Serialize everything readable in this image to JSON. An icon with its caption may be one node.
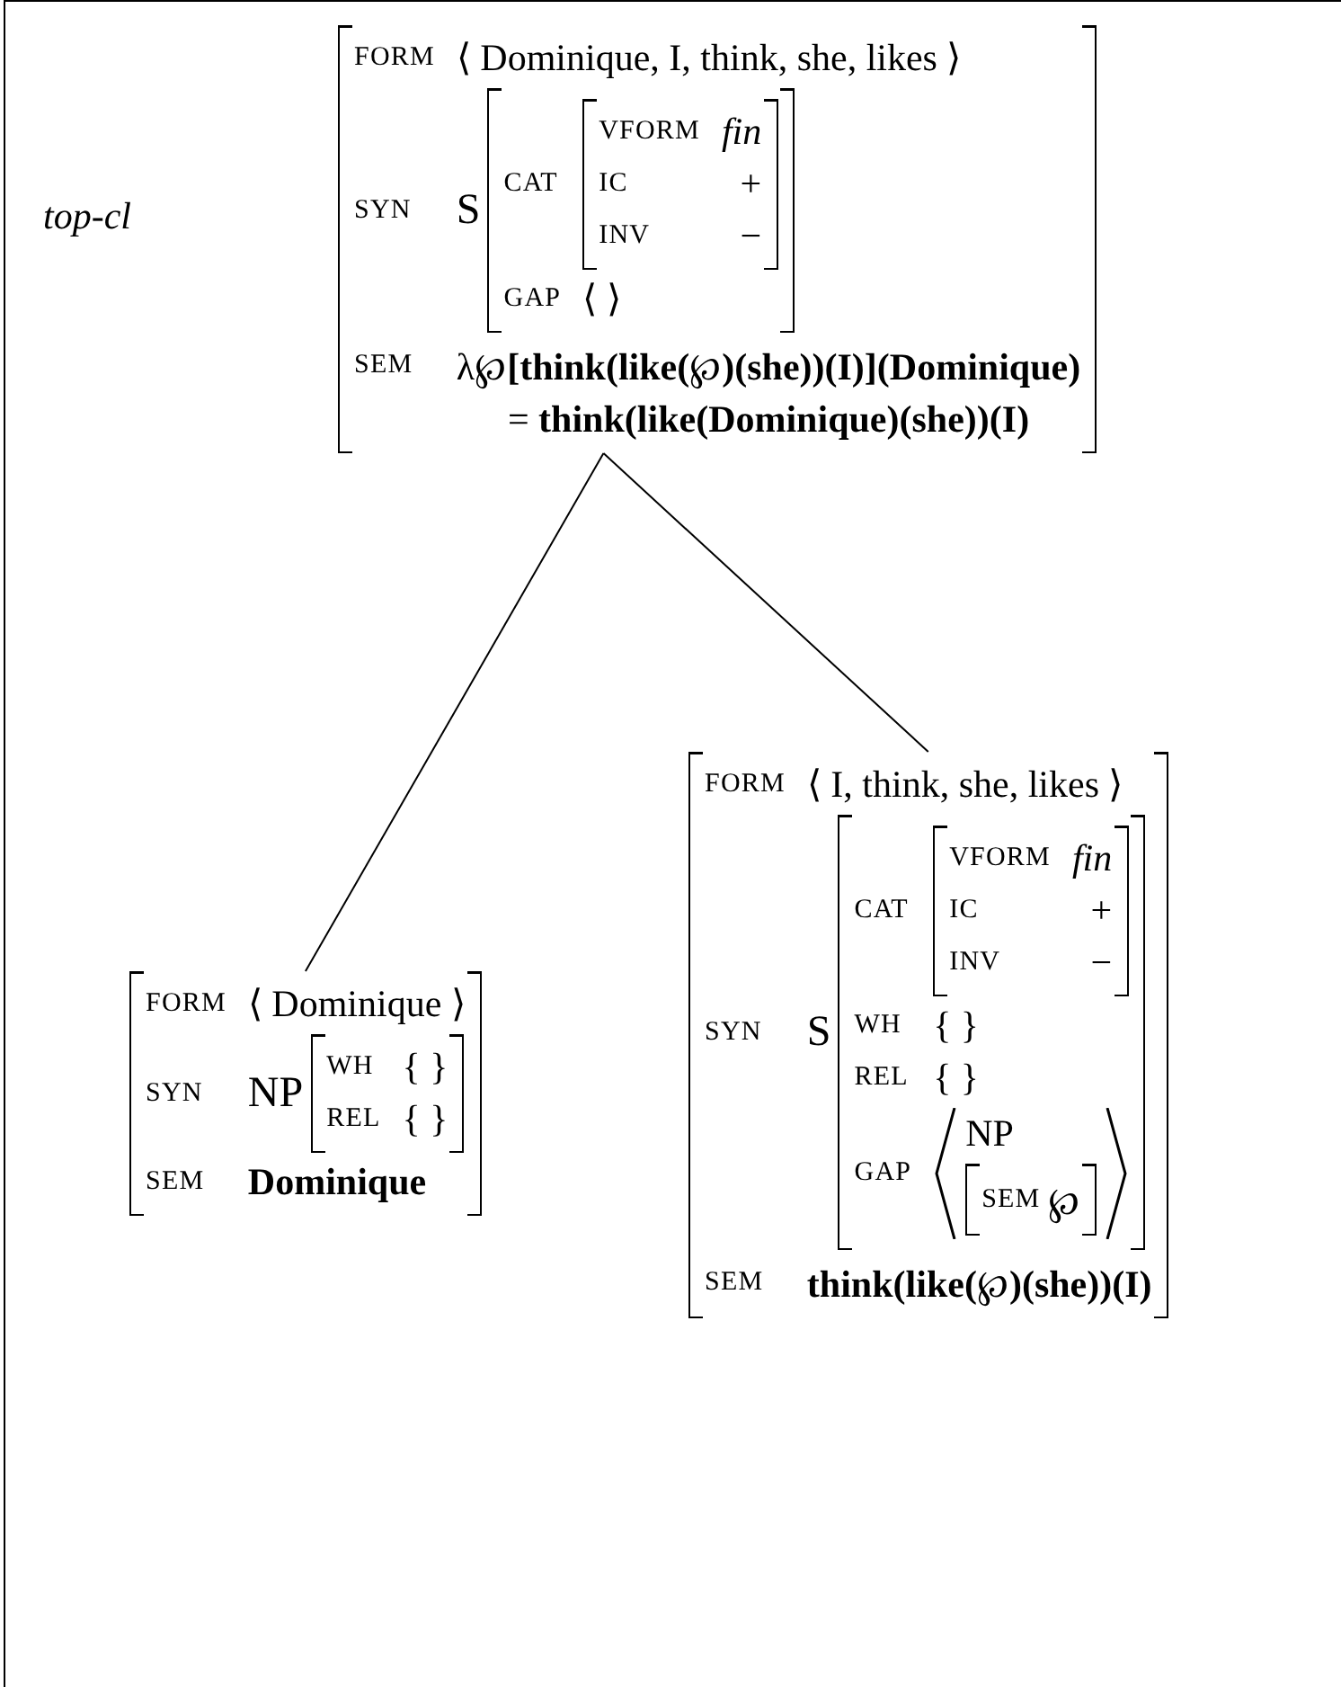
{
  "diagram": {
    "nodes": [
      {
        "text": [
          "FORM",
          "⟨ Dominique, I, think, she, likes ⟩",
          "SYN",
          "S",
          "SEM",
          "λ℘**[think(like(**℘**)(she))(I)](Dominique)**",
          "= **think(like(Dominique)(she))(I)**"
        ]
      },
      {
        "text": [
          "CAT",
          "GAP",
          "⟨ ⟩"
        ],
        "in": 0
      },
      {
        "text": [
          "VFORM",
          "fin",
          "IC",
          "+",
          "INV",
          "−"
        ],
        "in": 1
      },
      {
        "text": [
          "FORM",
          "⟨ Dominique ⟩",
          "SYN",
          "NP",
          "SEM",
          "Dominique"
        ]
      },
      {
        "text": [
          "WH",
          "{ }",
          "REL",
          "{ }"
        ],
        "in": 3
      },
      {
        "text": [
          "FORM",
          "⟨ I, think, she, likes ⟩",
          "SYN",
          "S",
          "SEM",
          "**think(like(**℘**)(she))(I)**"
        ]
      },
      {
        "text": [
          "CAT",
          "WH",
          "{ }",
          "REL",
          "{ }",
          "GAP"
        ],
        "in": 5
      },
      {
        "text": [
          "VFORM",
          "fin",
          "IC",
          "+",
          "INV",
          "−"
        ],
        "in": 6
      },
      {
        "text": [
          "NP"
        ],
        "in": 6
      },
      {
        "text": [
          "SEM",
          "℘"
        ],
        "in": 8
      }
    ],
    "edges": [
      {
        "from": 0,
        "to": 3,
        "arrow": "none"
      },
      {
        "from": 0,
        "to": 5,
        "arrow": "none"
      }
    ],
    "labels": [
      "top-cl"
    ]
  }
}
